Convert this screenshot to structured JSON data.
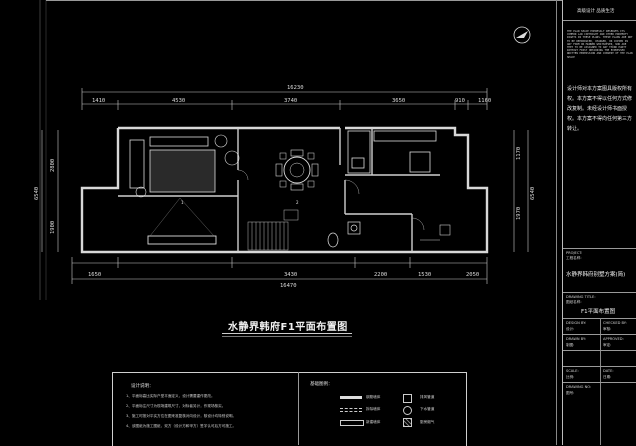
{
  "drawing": {
    "title": "水静界韩府F1平面布置图",
    "overall_width_top": "16230",
    "overall_width_bottom": "16470",
    "top_dims": [
      "1410",
      "4530",
      "3740",
      "3650",
      "910",
      "1160"
    ],
    "bottom_dims": [
      "1650",
      "3430",
      "2200",
      "1530",
      "2050"
    ],
    "left_dims": [
      "6540",
      "2800",
      "1900"
    ],
    "right_dims": [
      "6540",
      "1170",
      "1970"
    ]
  },
  "notes": {
    "heading": "设计说明：",
    "items": [
      "1、平面标高比实际户型平面定义，设计需要重作更改。",
      "2、平面标注尺寸为现场建筑尺寸，对标者另计，作现场核实。",
      "3、施工时按对平实方位在图来准复核对向设计，核设计均特别说明。",
      "4、该图纸为施工图纸，双方（设计方和甲方）签字认可后方可施工。"
    ]
  },
  "legend": {
    "heading": "基础图例：",
    "items": [
      "钢筋墙体",
      "排风管道",
      "拆除墙体",
      "下水管道",
      "新建墙体",
      "厨房烟气"
    ]
  },
  "title_block": {
    "company": "高级设计  品质生活",
    "english_text": "THE PLAN SPACE EXPRESSLY RESERVES ITS COMMON LAW COPYRIGHT AND OTHER PROPERTY RIGHTS IN THESE PLANS. THESE PLANS ARE NOT TO BE REPRODUCED, CHANGED, OR COPIED IN ANY FORM OR MANNER WHATSOEVER, NOR ARE THEY TO BE ASSIGNED TO ANY THIRD PARTY WITHOUT FIRST OBTAINING THE EXPRESSED WRITTEN PERMISSION AND CONSENT OF THE PLAN SPACE",
    "copyright_cn": "设计师对本方案图具版权所有权。本方案不得以任何方式修改复制。未经设计师书面授权。本方案不得向任何第三方转让。",
    "project_label": "PROJECT:",
    "project_sub": "工程名称:",
    "project_name": "水静界韩府别墅方案(简)",
    "drawing_label": "DRAWING TITLE:",
    "drawing_sub": "图纸名称:",
    "drawing_name": "F1平面布置图",
    "row_labels": [
      "DESIGN BY:",
      "设计:",
      "CHECKED BY:",
      "审核:",
      "DRAWN BY:",
      "制图:",
      "APPROVED:",
      "审定:",
      "SCALE:",
      "比例:",
      "DATE:",
      "日期:",
      "DRAWING NO:",
      "图号:"
    ]
  },
  "room_labels": [
    "1",
    "2"
  ]
}
